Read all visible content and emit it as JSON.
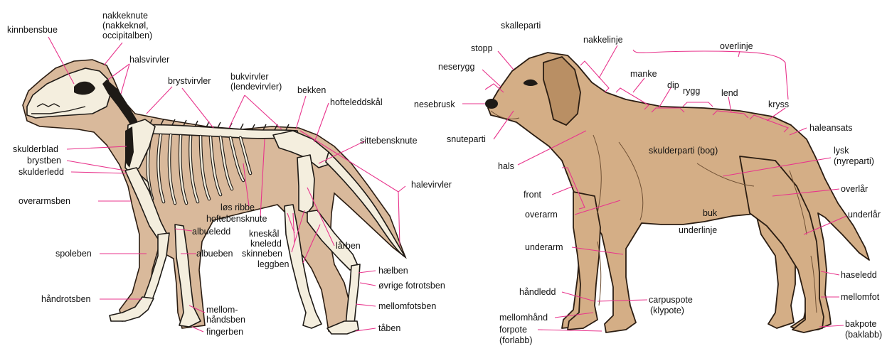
{
  "skeleton_labels": {
    "kinnbensbue": "kinnbensbue",
    "nakkeknute_1": "nakkeknute",
    "nakkeknute_2": "(nakkeknøl,",
    "nakkeknute_3": "occipitalben)",
    "halsvirvler": "halsvirvler",
    "brystvirvler": "brystvirvler",
    "bukvirvler_1": "bukvirvler",
    "bukvirvler_2": "(lendevirvler)",
    "bekken": "bekken",
    "hofteleddskal": "hofteleddskål",
    "sittebensknute": "sittebensknute",
    "skulderblad": "skulderblad",
    "brystben": "brystben",
    "skulderledd": "skulderledd",
    "halevirvler": "halevirvler",
    "overarmsben": "overarmsben",
    "los_ribbe": "løs ribbe",
    "hoftebensknute": "hoftebensknute",
    "albueledd": "albueledd",
    "kneskal": "kneskål",
    "kneledd": "kneledd",
    "skinneben": "skinneben",
    "leggben": "leggben",
    "larben": "lårben",
    "spoleben": "spoleben",
    "albueben": "albueben",
    "haelben": "hælben",
    "ovrige_fotrotsben": "øvrige fotrotsben",
    "handrotsben": "håndrotsben",
    "mellomhandsben_1": "mellom-",
    "mellomhandsben_2": "håndsben",
    "mellomfotsben": "mellomfotsben",
    "fingerben": "fingerben",
    "taben": "tåben"
  },
  "exterior_labels": {
    "skalleparti": "skalleparti",
    "nakkelinje": "nakkelinje",
    "overlinje": "overlinje",
    "stopp": "stopp",
    "neserygg": "neserygg",
    "manke": "manke",
    "dip": "dip",
    "rygg": "rygg",
    "lend": "lend",
    "kryss": "kryss",
    "nesebrusk": "nesebrusk",
    "snuteparti": "snuteparti",
    "haleansats": "haleansats",
    "skulderparti": "skulderparti (bog)",
    "lysk_1": "lysk",
    "lysk_2": "(nyreparti)",
    "hals": "hals",
    "front": "front",
    "overlar": "overlår",
    "overarm": "overarm",
    "buk": "buk",
    "underlinje": "underlinje",
    "underlar": "underlår",
    "underarm": "underarm",
    "haseledd": "haseledd",
    "handledd": "håndledd",
    "carpuspote_1": "carpuspote",
    "carpuspote_2": "(klypote)",
    "mellomfot": "mellomfot",
    "mellomhand": "mellomhånd",
    "forpote_1": "forpote",
    "forpote_2": "(forlabb)",
    "bakpote_1": "bakpote",
    "bakpote_2": "(baklabb)"
  },
  "colors": {
    "leader": "#e8348c",
    "skeleton_body": "#d9b99b",
    "bone": "#f4eede",
    "dog_coat": "#d4ae86"
  }
}
